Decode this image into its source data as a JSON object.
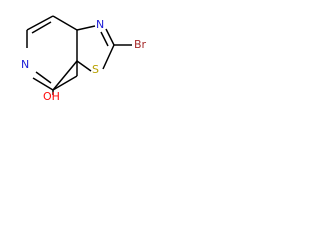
{
  "molecule": {
    "atoms": {
      "n_thiazole": {
        "label": "N",
        "color": "#1b1bd6"
      },
      "br": {
        "label": "Br",
        "color": "#a52a2a"
      },
      "s": {
        "label": "S",
        "color": "#b8a100"
      },
      "n_pyridine": {
        "label": "N",
        "color": "#1b1bd6"
      },
      "oh": {
        "label": "OH",
        "color": "#ff0d0d"
      }
    }
  }
}
